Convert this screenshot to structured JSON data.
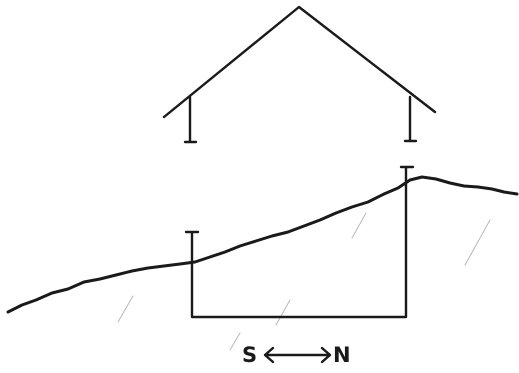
{
  "labels": {
    "south": "S",
    "north": "N"
  },
  "icons": {
    "direction": "double-headed-arrow"
  },
  "colors": {
    "ink": "#1a1a1a",
    "paper": "#ffffff"
  }
}
